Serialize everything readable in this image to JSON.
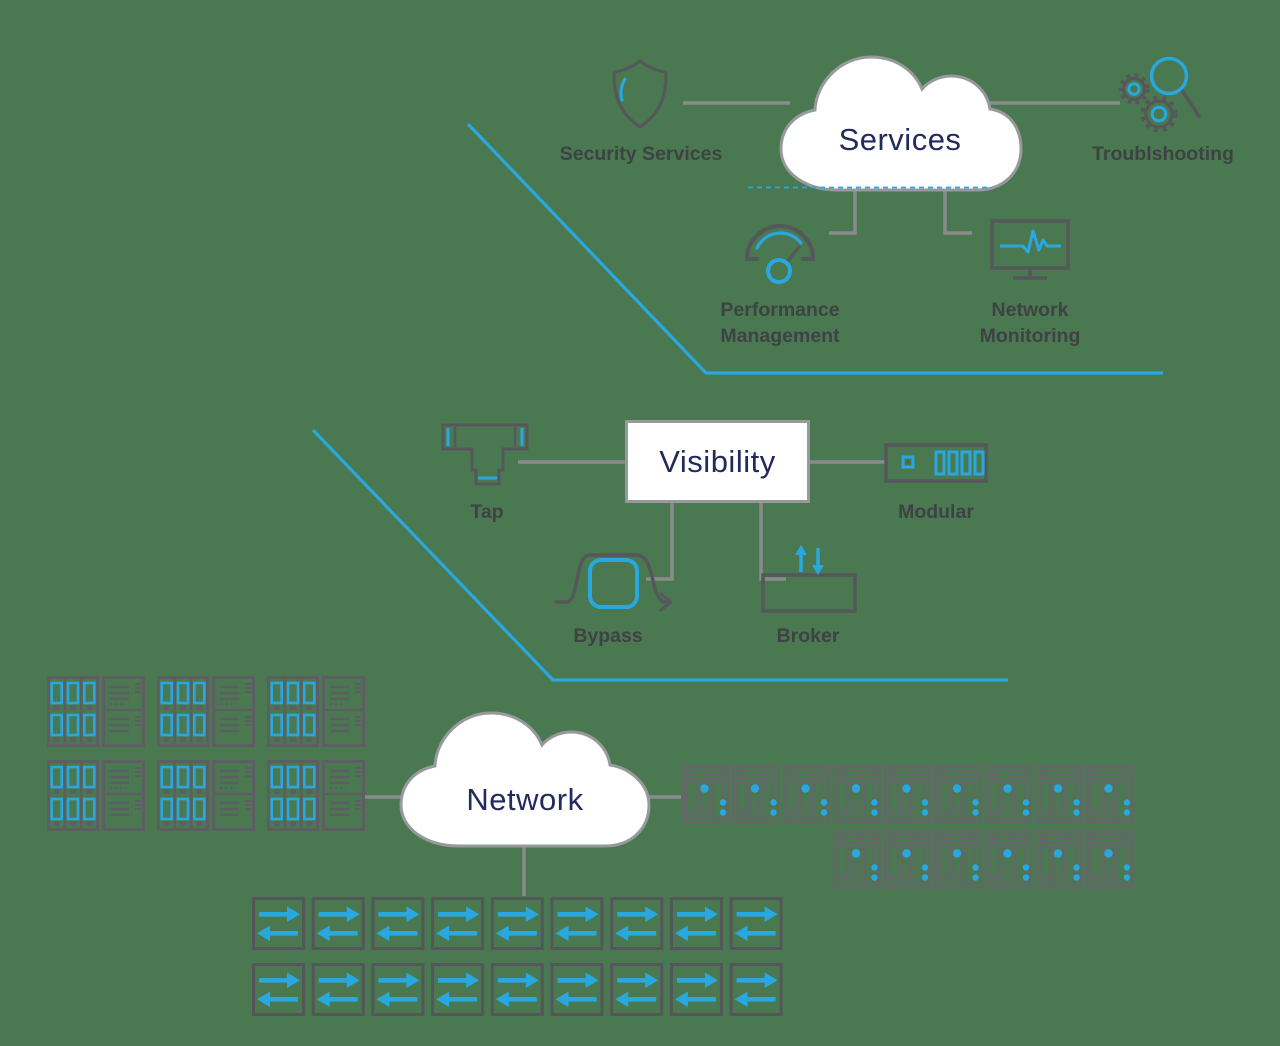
{
  "colors": {
    "background": "#4A7851",
    "accent_blue": "#29A8E0",
    "connector_gray": "#8A8B8D",
    "icon_gray": "#55575B",
    "rack_gray": "#5C5E61",
    "tower_gray": "#646569",
    "title_navy": "#232A5C",
    "label_gray": "#3F4245",
    "shape_fill": "#FFFFFF",
    "shape_border": "#97999B"
  },
  "services_layer": {
    "cloud_title": "Services",
    "security_label": "Security Services",
    "troubleshooting_label": "Troublshooting",
    "performance_label": "Performance Management",
    "monitoring_label": "Network Monitoring",
    "icons": [
      "shield-icon",
      "gears-magnifier-icon",
      "gauge-icon",
      "monitor-pulse-icon"
    ]
  },
  "visibility_layer": {
    "box_title": "Visibility",
    "tap_label": "Tap",
    "modular_label": "Modular",
    "bypass_label": "Bypass",
    "broker_label": "Broker",
    "icons": [
      "tap-icon",
      "modular-appliance-icon",
      "bypass-icon",
      "broker-icon"
    ]
  },
  "network_layer": {
    "cloud_title": "Network",
    "rack_grid": {
      "rows": 2,
      "cols": 3
    },
    "server_rows": {
      "top_count": 9,
      "bottom_count": 6
    },
    "arrow_grid": {
      "rows": 2,
      "cols": 9
    },
    "icons": [
      "server-rack-icon",
      "server-tower-icon",
      "traffic-arrows-icon"
    ]
  }
}
